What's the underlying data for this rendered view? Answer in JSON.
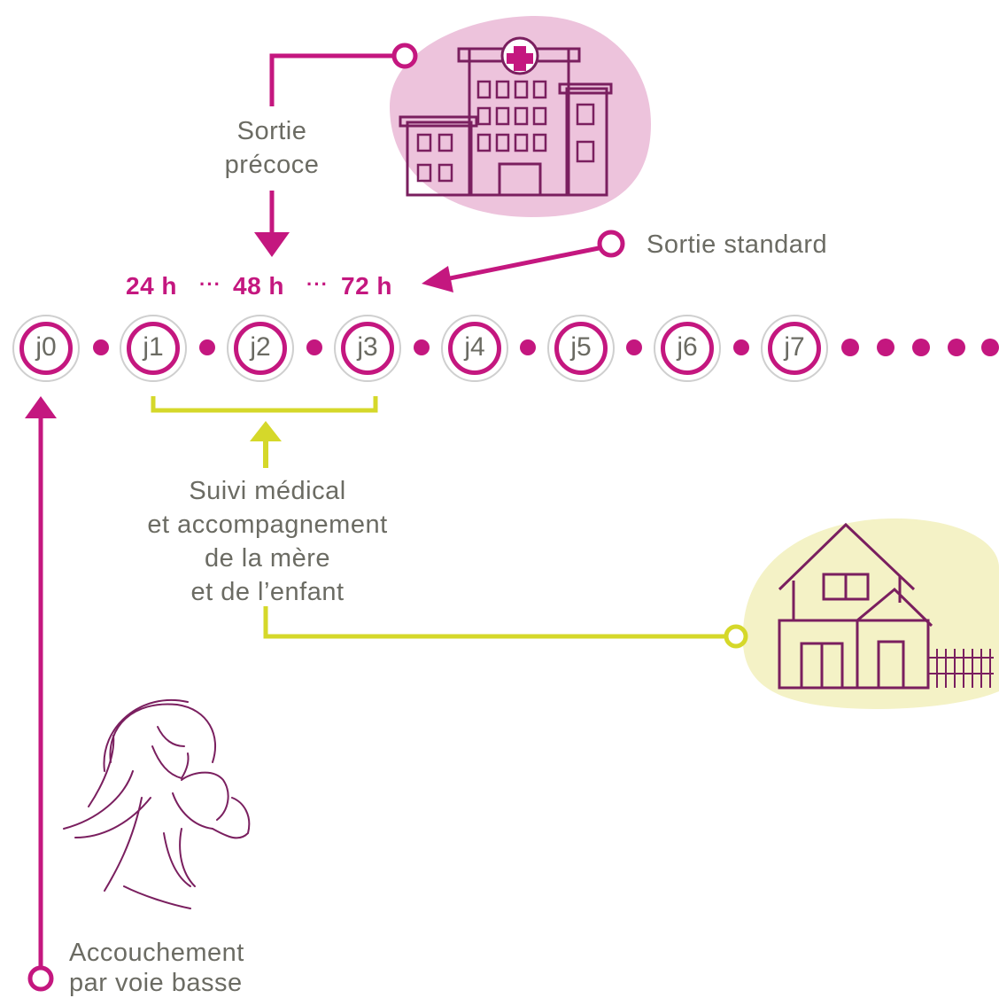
{
  "labels": {
    "sortie_precoce": [
      "Sortie",
      "précoce"
    ],
    "sortie_standard": "Sortie standard",
    "hours": [
      "24 h",
      "48 h",
      "72 h"
    ],
    "hour_separator": "···",
    "suivi": [
      "Suivi médical",
      "et accompagnement",
      "de la mère",
      "et de l’enfant"
    ],
    "accouchement": [
      "Accouchement",
      "par voie basse"
    ]
  },
  "days": [
    "j0",
    "j1",
    "j2",
    "j3",
    "j4",
    "j5",
    "j6",
    "j7"
  ],
  "colors": {
    "magenta": "#c4177f",
    "lime": "#d5d82a",
    "text_gray": "#6b6b63",
    "pink_blob": "#edc3dc",
    "yellow_blob": "#f4f2c6",
    "illustration": "#7a1f5f"
  },
  "icons": [
    "hospital-icon",
    "house-icon",
    "mother-baby-icon"
  ]
}
